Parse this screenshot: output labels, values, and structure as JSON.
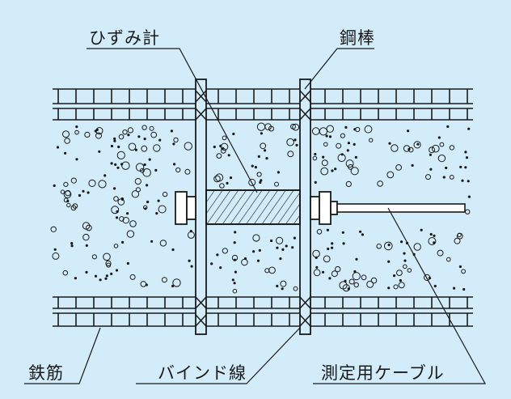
{
  "labels": {
    "strain_gauge": "ひずみ計",
    "steel_rod": "鋼棒",
    "rebar": "鉄筋",
    "binding_wire": "バインド線",
    "measurement_cable": "測定用ケーブル"
  },
  "colors": {
    "background": "#d3ecf9",
    "line": "#1a1a1a",
    "fill_white": "#ffffff"
  }
}
